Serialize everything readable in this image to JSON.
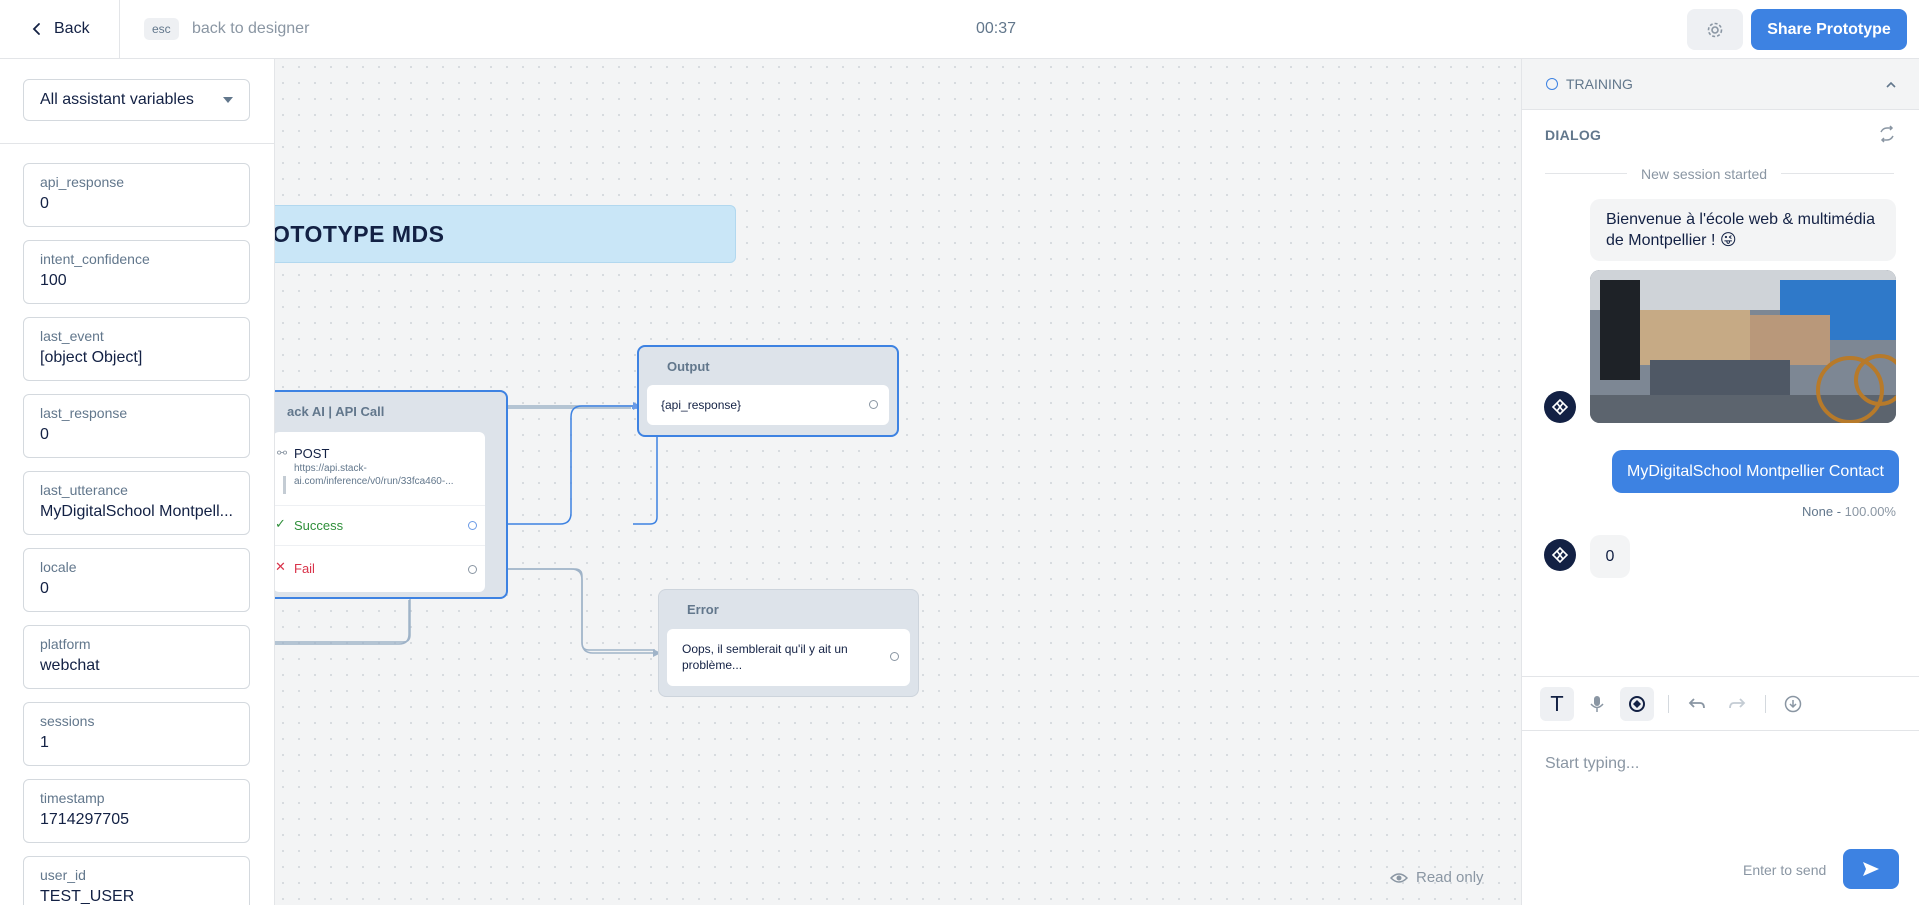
{
  "topbar": {
    "back_label": "Back",
    "esc_key": "esc",
    "esc_hint": "back to designer",
    "timer": "00:37",
    "share_label": "Share Prototype"
  },
  "variables": {
    "filter_label": "All assistant variables",
    "items": [
      {
        "name": "api_response",
        "value": "0"
      },
      {
        "name": "intent_confidence",
        "value": "100"
      },
      {
        "name": "last_event",
        "value": "[object Object]"
      },
      {
        "name": "last_response",
        "value": "0"
      },
      {
        "name": "last_utterance",
        "value": "MyDigitalSchool Montpell..."
      },
      {
        "name": "locale",
        "value": "0"
      },
      {
        "name": "platform",
        "value": "webchat"
      },
      {
        "name": "sessions",
        "value": "1"
      },
      {
        "name": "timestamp",
        "value": "1714297705"
      },
      {
        "name": "user_id",
        "value": "TEST_USER"
      }
    ]
  },
  "canvas": {
    "title_block": "OTOTYPE MDS",
    "api_node": {
      "title": "ack AI | API Call",
      "method": "POST",
      "url": "https://api.stack-ai.com/inference/v0/run/33fca460-...",
      "success_label": "Success",
      "fail_label": "Fail"
    },
    "output_node": {
      "title": "Output",
      "body": "{api_response}"
    },
    "error_node": {
      "title": "Error",
      "body": "Oops, il semblerait qu'il y ait un problème..."
    },
    "read_only_label": "Read only"
  },
  "dialog": {
    "training_label": "TRAINING",
    "dialog_label": "DIALOG",
    "session_text": "New session started",
    "messages": {
      "welcome": "Bienvenue à l'école web & multimédia de Montpellier ! 😜",
      "user_msg": "MyDigitalSchool Montpellier Contact",
      "intent": "None -",
      "confidence": "100.00%",
      "reply": "0"
    },
    "input_placeholder": "Start typing...",
    "enter_hint": "Enter to send",
    "tools": [
      "text-icon",
      "microphone-icon",
      "assistant-icon",
      "undo-icon",
      "redo-icon",
      "download-icon"
    ]
  },
  "colors": {
    "accent": "#3d82e2",
    "title_block": "#c9e6f7",
    "success": "#2f8f3a",
    "fail": "#d9334a"
  }
}
